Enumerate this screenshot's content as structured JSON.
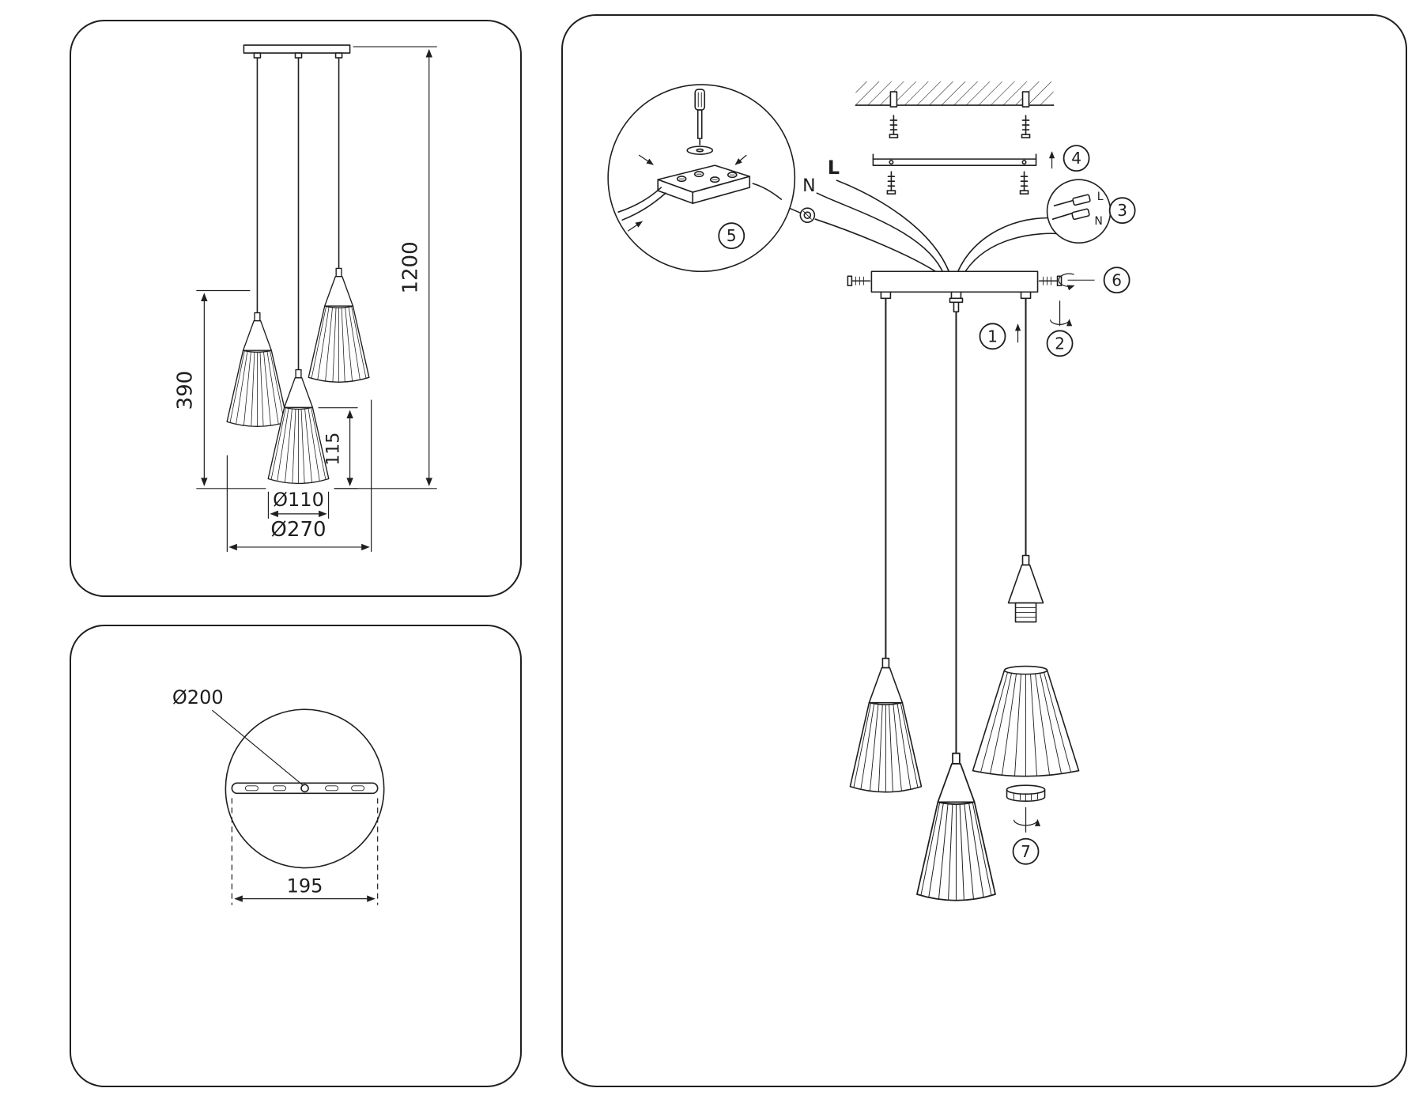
{
  "dimensions_view": {
    "overall_height": "1200",
    "pendant_drop": "390",
    "shade_height": "115",
    "shade_diameter": "Ø110",
    "fixture_spread": "Ø270"
  },
  "canopy_view": {
    "diameter_label": "Ø200",
    "spacing_label": "195"
  },
  "assembly_view": {
    "wire_labels": {
      "neutral": "N",
      "live": "L"
    },
    "connector": {
      "live": "L",
      "neutral": "N"
    },
    "steps": [
      "1",
      "2",
      "3",
      "4",
      "5",
      "6",
      "7"
    ]
  }
}
